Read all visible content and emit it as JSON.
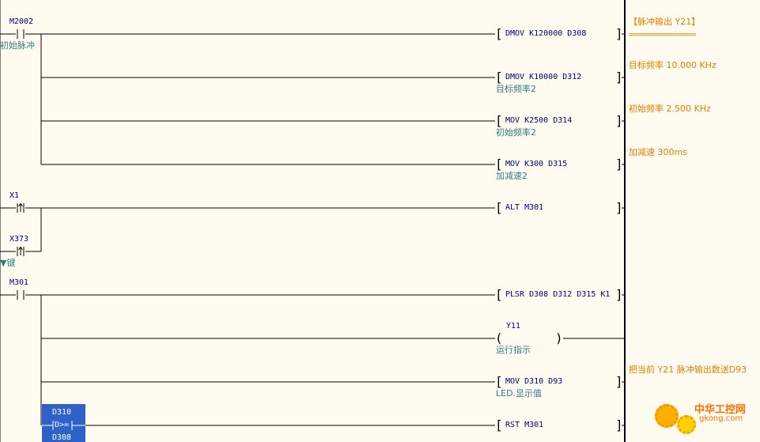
{
  "rows": [
    {
      "contact": {
        "device": "M2002",
        "comment": "初始脉冲",
        "type": "NO"
      },
      "instr": {
        "text": "DMOV K120000 D308",
        "comment": ""
      }
    },
    {
      "instr": {
        "text": "DMOV K10000 D312",
        "comment": "目标频率2"
      }
    },
    {
      "instr": {
        "text": "MOV K2500 D314",
        "comment": "初始频率2"
      }
    },
    {
      "instr": {
        "text": "MOV K300 D315",
        "comment": "加减速2"
      }
    },
    {
      "contact": {
        "device": "X1",
        "comment": "",
        "type": "rising"
      },
      "instr": {
        "text": "ALT M301",
        "comment": ""
      }
    },
    {
      "contact": {
        "device": "X373",
        "comment": "▼键",
        "type": "rising"
      }
    },
    {
      "contact": {
        "device": "M301",
        "comment": "",
        "type": "NO"
      },
      "instr": {
        "text": "PLSR D308 D312 D315 K1",
        "comment": ""
      }
    },
    {
      "coil": {
        "device": "Y11",
        "comment": "运行指示"
      }
    },
    {
      "instr": {
        "text": "MOV D310 D93",
        "comment": "LED.显示值"
      }
    },
    {
      "compare": {
        "top": "D310",
        "op": "D>=",
        "bottom": "D308"
      },
      "instr": {
        "text": "RST M301",
        "comment": ""
      }
    }
  ],
  "notes": {
    "n1_title": "【脉冲输出 Y21】",
    "n1_equals": "===============",
    "n2": "目标频率 10.000 KHz",
    "n3": "初始频率 2.500 KHz",
    "n4": "加减速 300ms",
    "n5": "把当前 Y21 脉冲输出数送D93"
  },
  "watermark": {
    "cn": "中华工控网",
    "url": "gkong.com"
  },
  "colors": {
    "background": "#fffbf0",
    "device": "#000080",
    "comment": "#2f7f80",
    "note": "#e08000",
    "compare_box": "#2e62c8",
    "watermark": "#ff7000"
  }
}
